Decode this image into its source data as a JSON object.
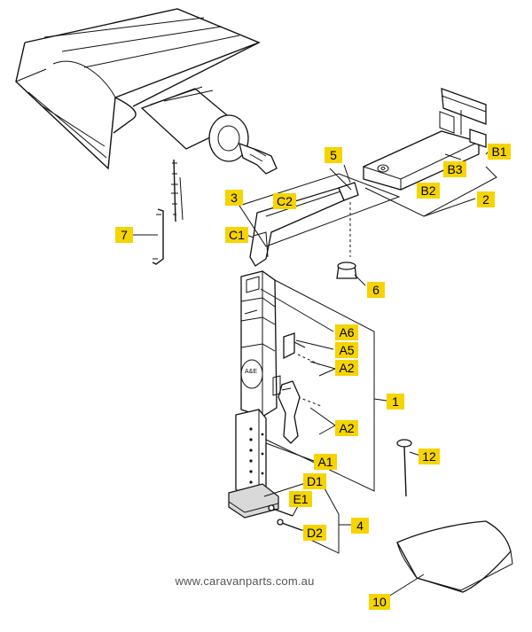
{
  "labels": {
    "l1": "1",
    "l2": "2",
    "l3": "3",
    "l4": "4",
    "l5": "5",
    "l6": "6",
    "l7": "7",
    "l10": "10",
    "l12": "12",
    "a1": "A1",
    "a2a": "A2",
    "a2b": "A2",
    "a5": "A5",
    "a6": "A6",
    "b1": "B1",
    "b2": "B2",
    "b3": "B3",
    "c1": "C1",
    "c2": "C2",
    "d1": "D1",
    "d2": "D2",
    "e1": "E1"
  },
  "footer": {
    "url": "www.caravanparts.com.au"
  },
  "colors": {
    "label_bg": "#f5d400",
    "line": "#111111"
  },
  "medallion_text": "A&E"
}
